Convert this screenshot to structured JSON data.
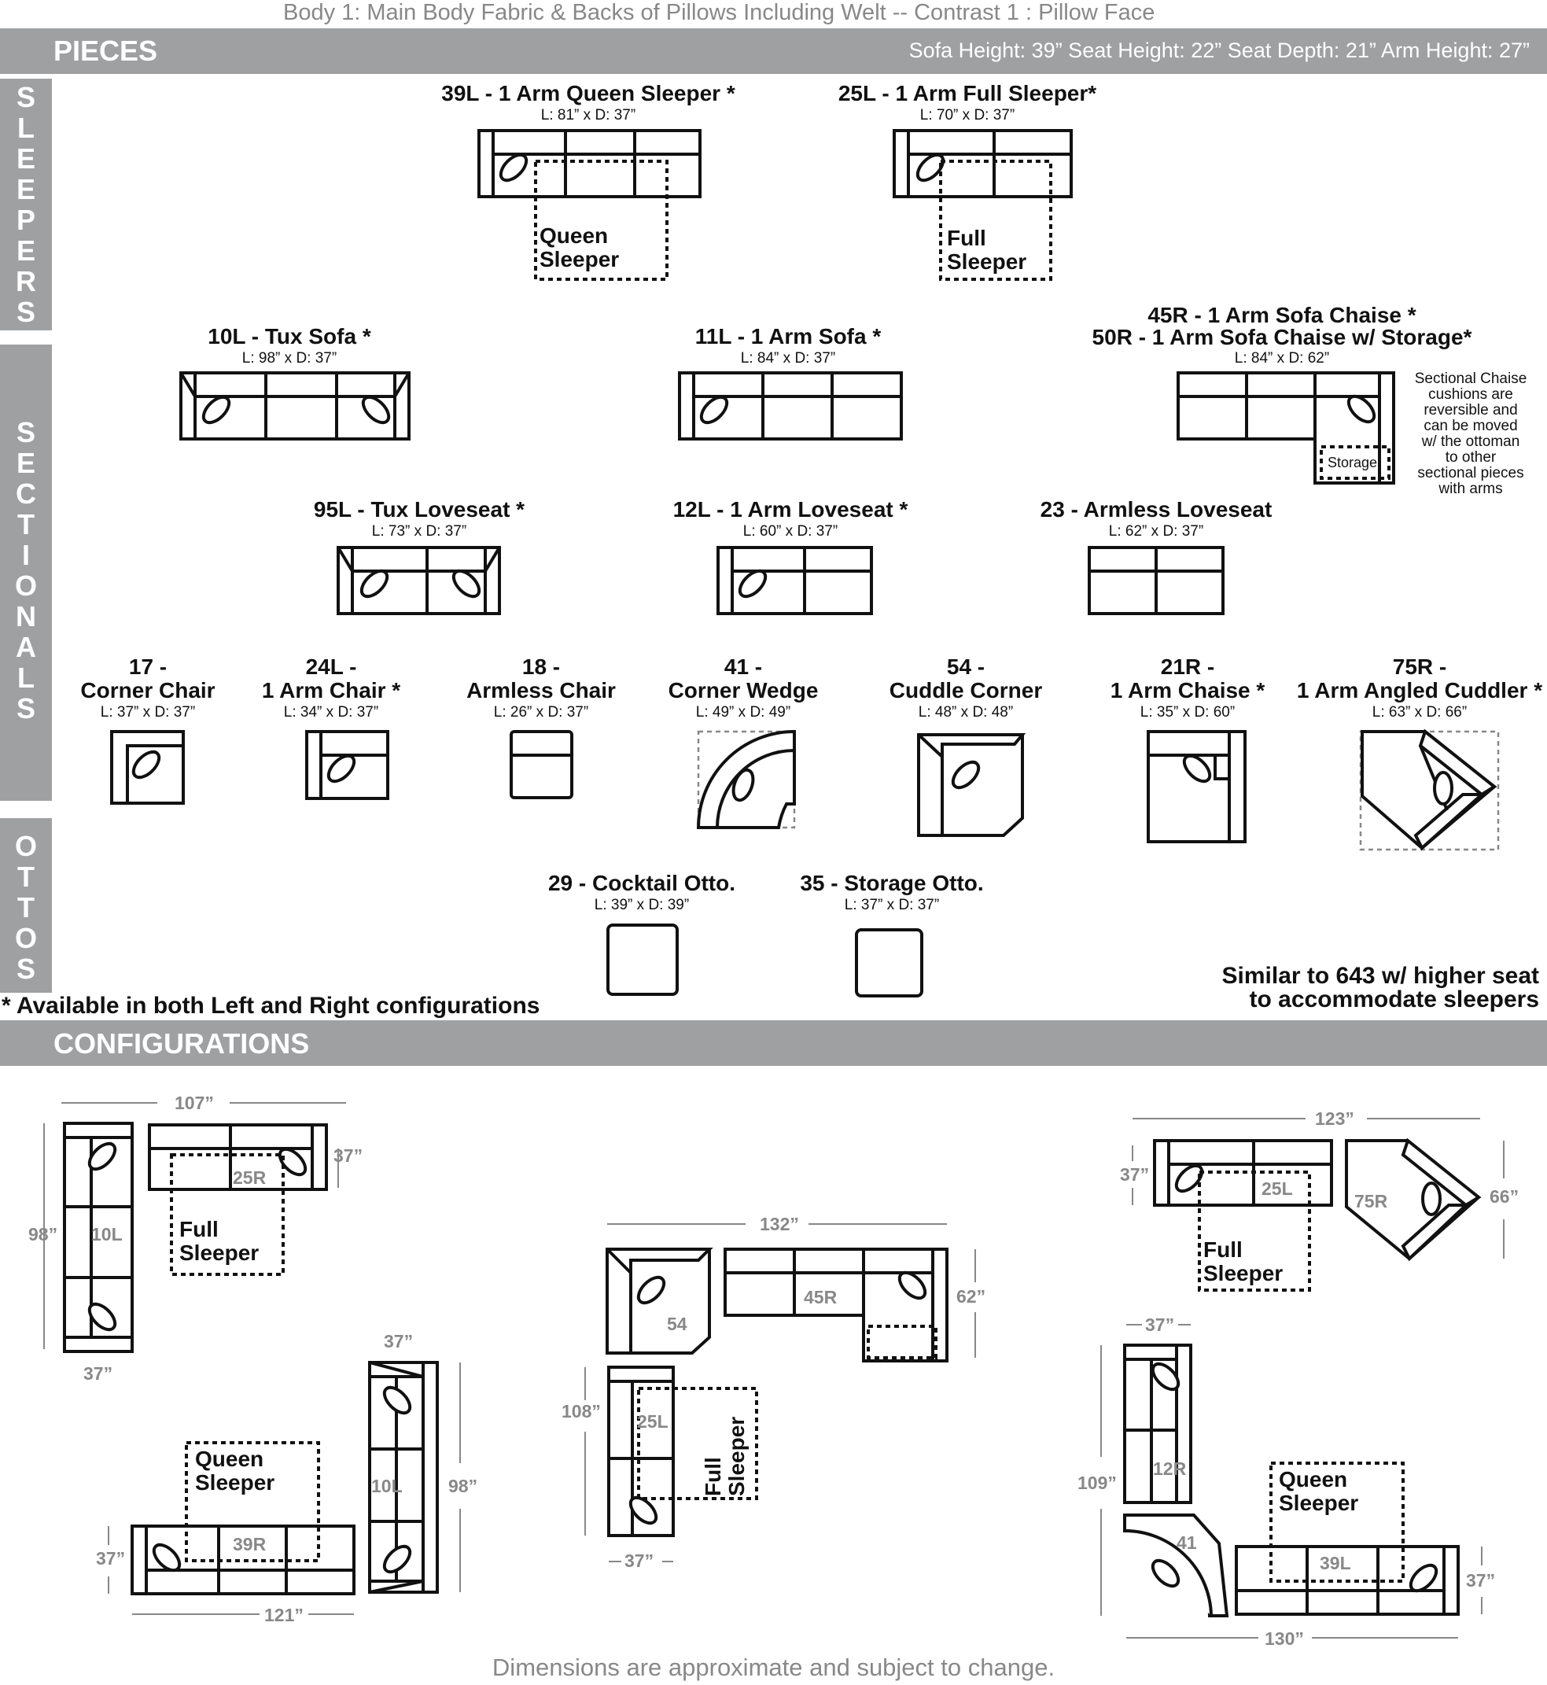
{
  "header_note": "Body 1: Main Body Fabric & Backs of Pillows Including Welt --  Contrast 1 : Pillow Face",
  "pieces_bar": {
    "title": "PIECES",
    "specs": "Sofa Height: 39”   Seat Height: 22”   Seat Depth: 21”   Arm Height: 27”"
  },
  "side_labels": {
    "sleepers": [
      "S",
      "L",
      "E",
      "E",
      "P",
      "E",
      "R",
      "S"
    ],
    "sectionals": [
      "S",
      "E",
      "C",
      "T",
      "I",
      "O",
      "N",
      "A",
      "L",
      "S"
    ],
    "ottos": [
      "O",
      "T",
      "T",
      "O",
      "S"
    ]
  },
  "pieces": {
    "p39L": {
      "name": "39L - 1 Arm Queen Sleeper *",
      "dims": "L: 81” x D: 37”",
      "inner_line1": "Queen",
      "inner_line2": "Sleeper"
    },
    "p25L": {
      "name": "25L - 1 Arm Full Sleeper*",
      "dims": "L: 70” x D: 37”",
      "inner_line1": "Full",
      "inner_line2": "Sleeper"
    },
    "p10L": {
      "name": "10L - Tux Sofa *",
      "dims": "L: 98” x D: 37”"
    },
    "p11L": {
      "name": "11L - 1 Arm Sofa *",
      "dims": "L: 84” x D: 37”"
    },
    "p45R": {
      "name1": "45R - 1 Arm Sofa Chaise *",
      "name2": "50R - 1 Arm Sofa Chaise w/ Storage*",
      "dims": "L: 84” x D: 62”",
      "storage": "Storage",
      "note": [
        "Sectional Chaise",
        "cushions are",
        "reversible and",
        "can be moved",
        "w/ the ottoman",
        "to other",
        "sectional pieces",
        "with arms"
      ]
    },
    "p95L": {
      "name": "95L - Tux Loveseat *",
      "dims": "L: 73” x D: 37”"
    },
    "p12L": {
      "name": "12L - 1 Arm Loveseat *",
      "dims": "L: 60” x D: 37”"
    },
    "p23": {
      "name": "23 - Armless Loveseat",
      "dims": "L: 62” x D: 37”"
    },
    "p17": {
      "name1": "17 -",
      "name2": "Corner Chair",
      "dims": "L: 37” x D: 37”"
    },
    "p24L": {
      "name1": "24L -",
      "name2": "1 Arm Chair *",
      "dims": "L: 34” x D: 37”"
    },
    "p18": {
      "name1": "18 -",
      "name2": "Armless Chair",
      "dims": "L: 26” x D: 37”"
    },
    "p41": {
      "name1": "41 -",
      "name2": "Corner Wedge",
      "dims": "L: 49” x D: 49”"
    },
    "p54": {
      "name1": "54 -",
      "name2": "Cuddle Corner",
      "dims": "L: 48” x D: 48”"
    },
    "p21R": {
      "name1": "21R -",
      "name2": "1 Arm Chaise *",
      "dims": "L: 35” x D: 60”"
    },
    "p75R": {
      "name1": "75R -",
      "name2": "1 Arm Angled Cuddler *",
      "dims": "L: 63” x D: 66”"
    },
    "p29": {
      "name": "29 - Cocktail Otto.",
      "dims": "L: 39” x D: 39”"
    },
    "p35": {
      "name": "35 - Storage Otto.",
      "dims": "L: 37” x D: 37”"
    }
  },
  "availability_note": "* Available in both Left and Right configurations",
  "similar_note": [
    "Similar to 643 w/ higher seat",
    "to accommodate sleepers"
  ],
  "configurations_bar": {
    "title": "CONFIGURATIONS"
  },
  "configs": {
    "c1": {
      "w": "107”",
      "h": "98”",
      "d1": "37”",
      "d2": "37”",
      "lab1": "10L",
      "lab2": "25R",
      "sl1": "Full",
      "sl2": "Sleeper"
    },
    "c2": {
      "w": "121”",
      "h": "98”",
      "d1": "37”",
      "d2": "37”",
      "lab1": "10L",
      "lab2": "39R",
      "sl1": "Queen",
      "sl2": "Sleeper"
    },
    "c3": {
      "w": "132”",
      "h": "108”",
      "d1": "62”",
      "d2": "37”",
      "lab1": "54",
      "lab2": "45R",
      "lab3": "25L",
      "sl1": "Full",
      "sl2": "Sleeper"
    },
    "c4": {
      "w": "123”",
      "d1": "37”",
      "d2": "66”",
      "lab1": "25L",
      "lab2": "75R",
      "sl1": "Full",
      "sl2": "Sleeper"
    },
    "c5": {
      "w": "130”",
      "h": "109”",
      "d1": "37”",
      "d2": "37”",
      "lab1": "12R",
      "lab2": "41",
      "lab3": "39L",
      "sl1": "Queen",
      "sl2": "Sleeper"
    }
  },
  "footer": "Dimensions are approximate and subject to change."
}
